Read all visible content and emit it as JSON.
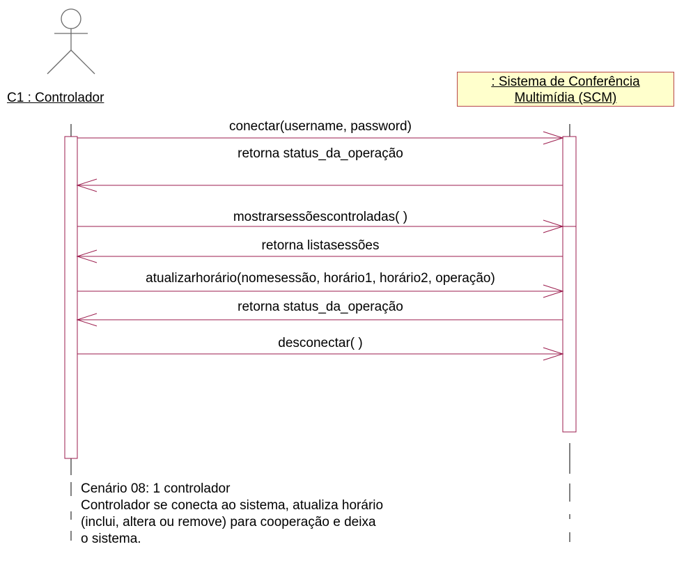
{
  "actor": {
    "label": "C1 : Controlador"
  },
  "object": {
    "line1": ": Sistema de Conferência",
    "line2": "Multimídia (SCM)"
  },
  "messages": [
    {
      "label": "conectar(username, password)",
      "direction": "right"
    },
    {
      "label": "retorna status_da_operação",
      "direction": "left"
    },
    {
      "label": "mostrarsessõescontroladas( )",
      "direction": "right"
    },
    {
      "label": "retorna listasessões",
      "direction": "left"
    },
    {
      "label": "atualizarhorário(nomesessão, horário1, horário2, operação)",
      "direction": "right"
    },
    {
      "label": "retorna status_da_operação",
      "direction": "left"
    },
    {
      "label": "desconectar( )",
      "direction": "right"
    }
  ],
  "note": {
    "lines": [
      "Cenário 08: 1 controlador",
      "Controlador se conecta ao sistema, atualiza horário",
      "(inclui, altera ou remove) para cooperação  e deixa",
      "o sistema."
    ]
  },
  "colors": {
    "line": "#9b1b4c",
    "object_fill": "#ffffcc",
    "object_border": "#b8464a"
  }
}
